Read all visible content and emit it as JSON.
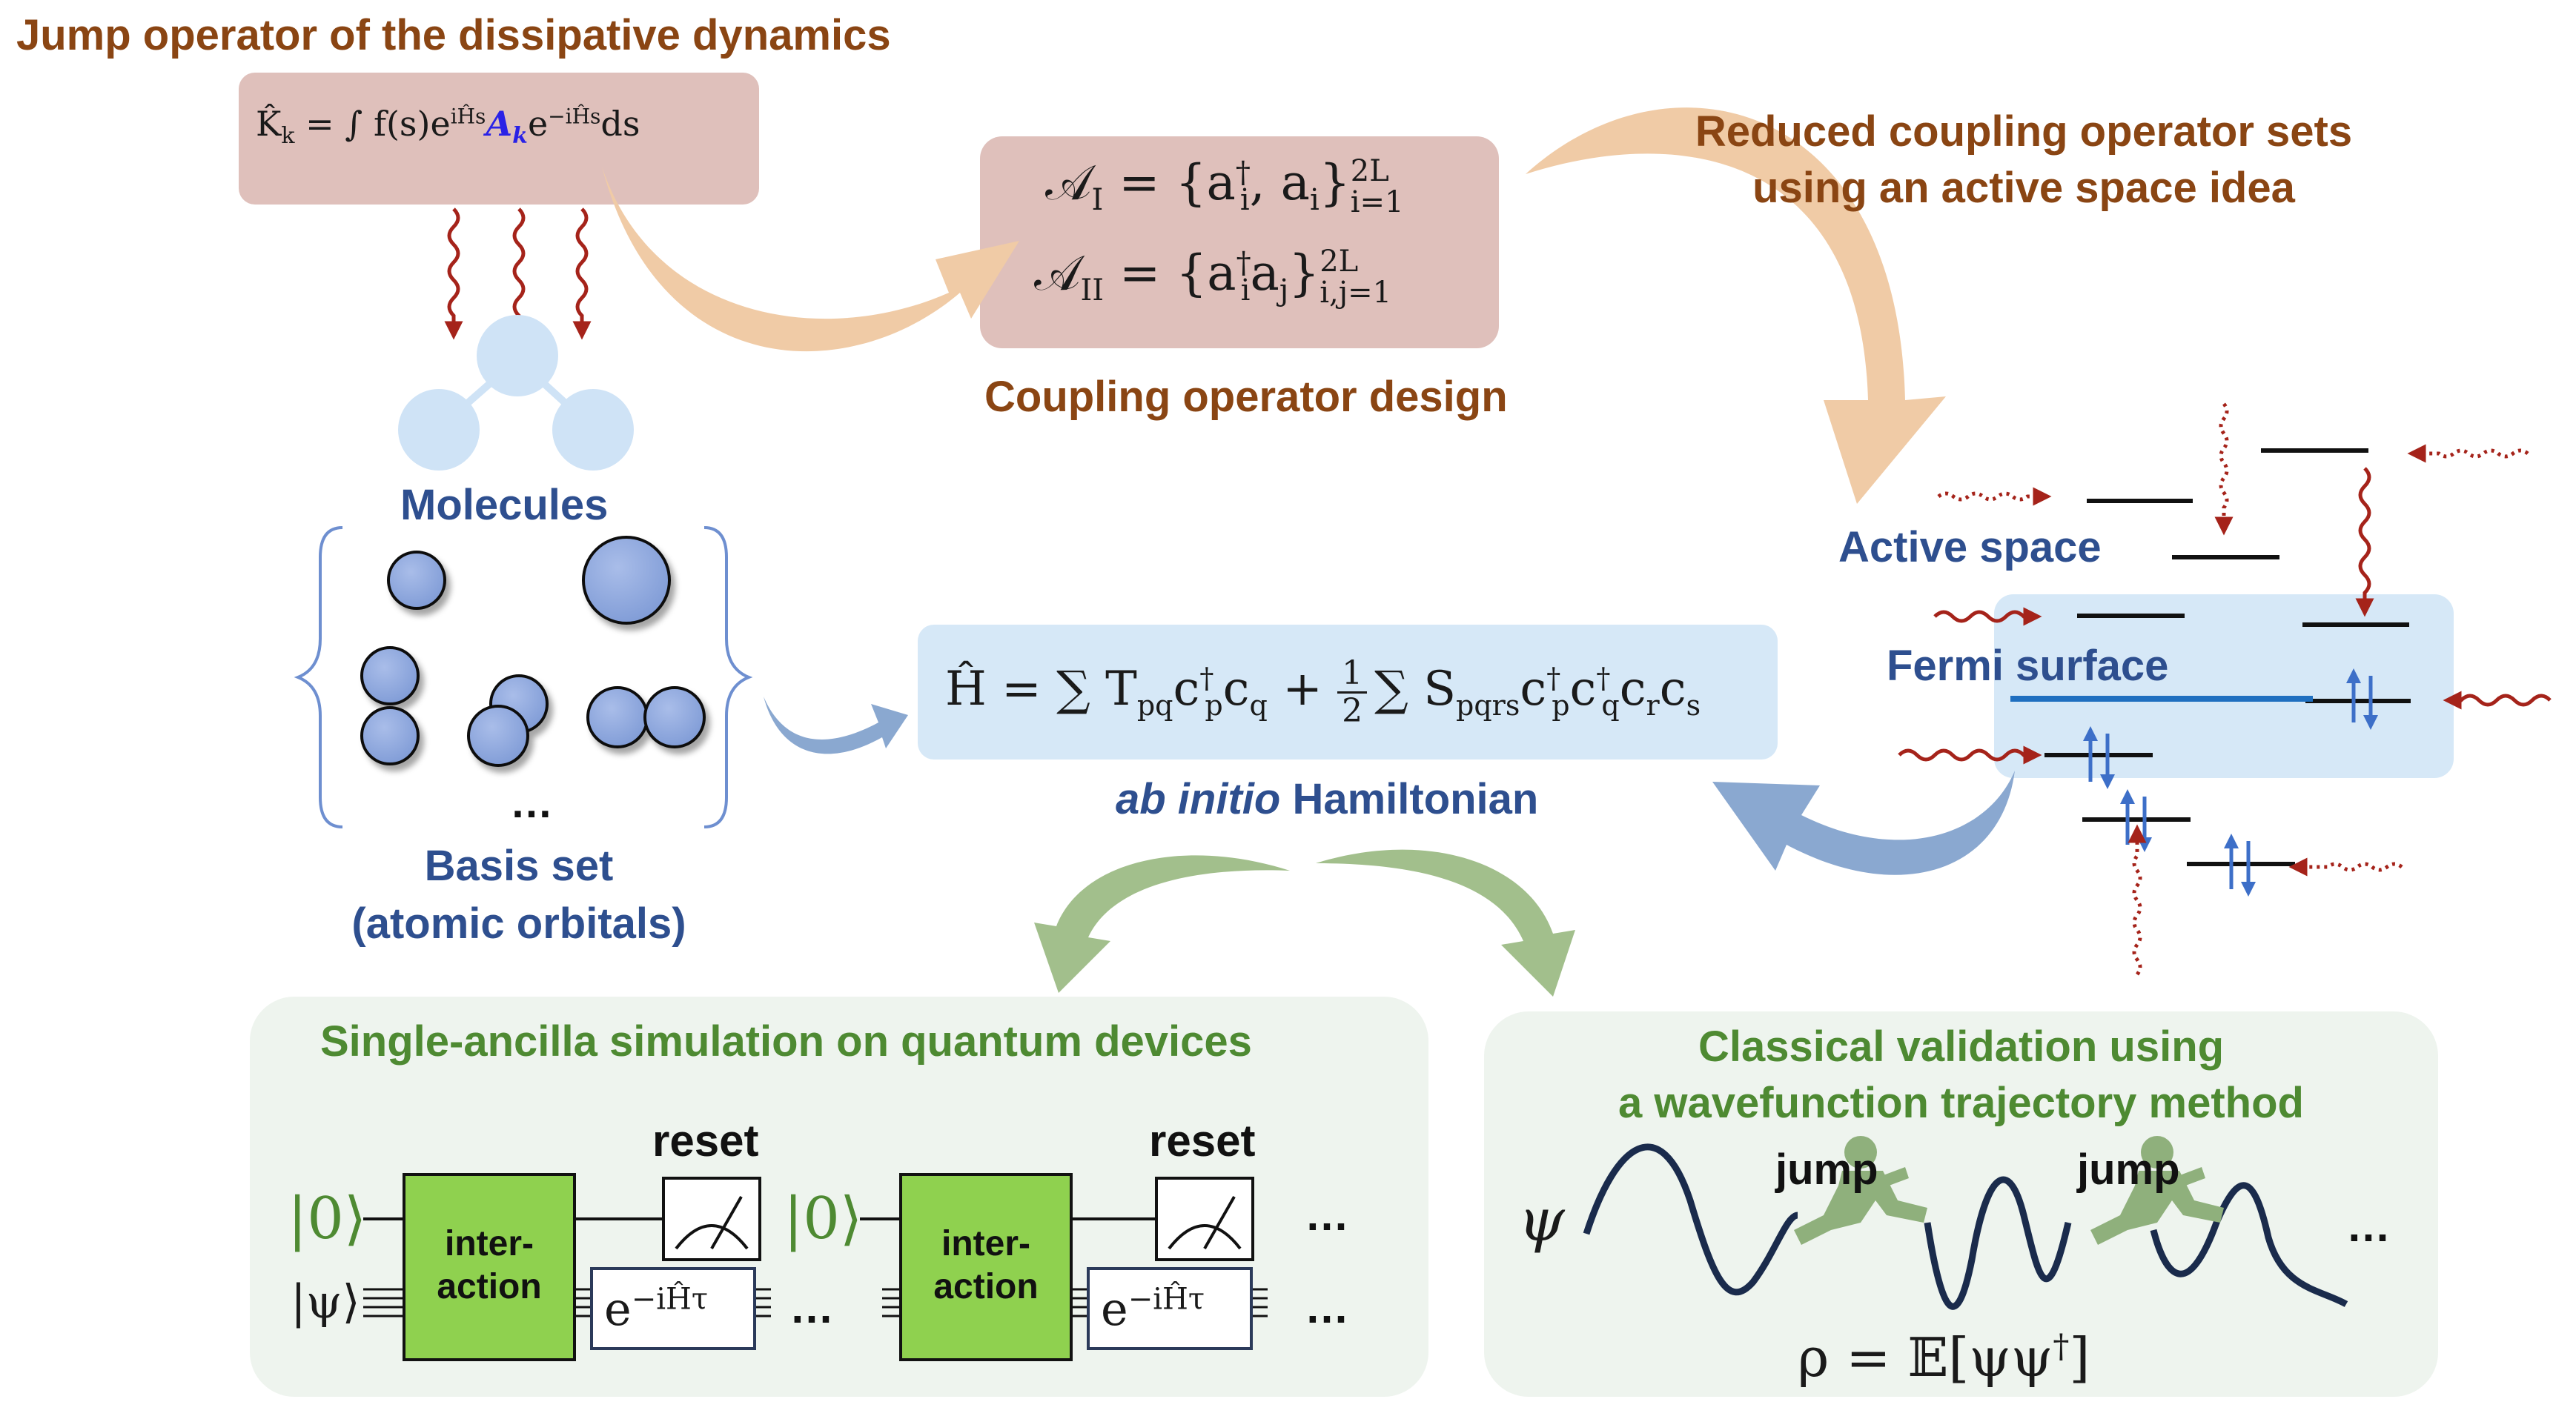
{
  "jump": {
    "title": "Jump operator of the dissipative dynamics",
    "formula_lhs": "K̂",
    "formula_lhs_sub": "k",
    "formula_body": " = ∫ f(s)e",
    "formula_exp1": "iĤs",
    "formula_A": "A",
    "formula_A_sub": "k",
    "formula_e2": "e",
    "formula_exp2": "−iĤs",
    "formula_ds": "ds"
  },
  "coupling": {
    "set1_lhs": "𝒜",
    "set1_lhs_sub": "I",
    "set1_rhs": " = {a",
    "set1_dag": "†",
    "set1_i": "i",
    "set1_rest": ", a",
    "set1_i2": "i",
    "set1_close": "}",
    "set1_sup": "2L",
    "set1_sub": "i=1",
    "set2_lhs": "𝒜",
    "set2_lhs_sub": "II",
    "set2_rhs": " = {a",
    "set2_dag": "†",
    "set2_i": "i",
    "set2_rest": "a",
    "set2_j": "j",
    "set2_close": "}",
    "set2_sup": "2L",
    "set2_sub": "i,j=1",
    "caption": "Coupling operator design"
  },
  "reduced": {
    "line1": "Reduced coupling operator sets",
    "line2": "using an active space idea"
  },
  "molecules": {
    "label": "Molecules",
    "ellipsis": "…",
    "basis_line1": "Basis set",
    "basis_line2": "(atomic orbitals)"
  },
  "hamiltonian": {
    "formula": "Ĥ = ∑ T",
    "pq": "pq",
    "c1": "c",
    "c1_sup": "†",
    "c1_sub": "p",
    "c2": "c",
    "c2_sub": "q",
    "plus": " + ",
    "half_num": "1",
    "half_den": "2",
    "sum2": "∑ S",
    "pqrs": "pqrs",
    "c3": "c",
    "c3_sup": "†",
    "c3_sub": "p",
    "c4": "c",
    "c4_sup": "†",
    "c4_sub": "q",
    "c5": "c",
    "c5_sub": "r",
    "c6": "c",
    "c6_sub": "s",
    "caption_italic": "ab initio",
    "caption_rest": " Hamiltonian"
  },
  "active": {
    "active_label": "Active space",
    "fermi_label": "Fermi surface"
  },
  "quantum": {
    "title": "Single-ancilla simulation on quantum devices",
    "ket0": "|0⟩",
    "ketpsi": "|ψ⟩",
    "block1": "inter-\naction",
    "block2": "inter-\naction",
    "reset1": "reset",
    "reset2": "reset",
    "evol": "e",
    "evol_exp": "−iĤτ",
    "dots": "…"
  },
  "classical": {
    "title_line1": "Classical validation using",
    "title_line2": "a wavefunction trajectory method",
    "psi": "ψ",
    "jump1": "jump",
    "jump2": "jump",
    "dots": "…",
    "rho": "ρ = 𝔼[ψψ",
    "rho_dag": "†",
    "rho_close": "]"
  },
  "colors": {
    "brown_text": "#8a4513",
    "blue_text": "#2e4f8f",
    "green_text": "#4e8a32",
    "pink_box": "#dfc0bb",
    "light_blue_box": "#d6e8f7",
    "green_panel": "#eef4ee",
    "green_block": "#8fd14f",
    "orange_arrow": "#f0cba6",
    "blue_arrow": "#8aa8d0",
    "green_arrow": "#a2bf8c",
    "wavy_red": "#a5231a",
    "navy_curve": "#1a2b4c"
  }
}
